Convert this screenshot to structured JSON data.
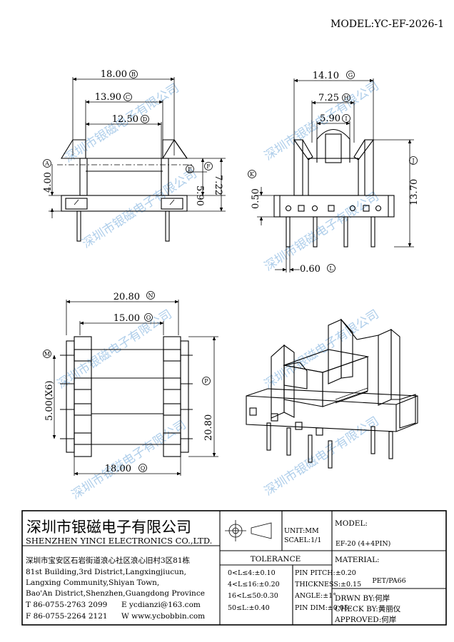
{
  "header": {
    "model_title": "MODEL:YC-EF-2026-1"
  },
  "view_a": {
    "dim_b": "18.00",
    "mark_b": "B",
    "dim_c": "13.90",
    "mark_c": "C",
    "dim_d": "12.50",
    "mark_d": "D",
    "dim_a": "4.00",
    "mark_a": "A",
    "dim_e": "5.90",
    "mark_e": "E",
    "dim_f": "7.22",
    "mark_f": "F"
  },
  "view_b": {
    "dim_g": "14.10",
    "mark_g": "G",
    "dim_h": "7.25",
    "mark_h": "H",
    "dim_i": "5.90",
    "mark_i": "I",
    "dim_j": "13.70",
    "mark_j": "J",
    "dim_k": "0.50",
    "mark_k": "K",
    "dim_l": "0.60",
    "mark_l": "L"
  },
  "view_c": {
    "dim_n": "20.80",
    "mark_n": "N",
    "dim_o": "15.00",
    "mark_o": "O",
    "dim_m": "5.00(X6)",
    "mark_m": "M",
    "dim_p": "20.80",
    "mark_p": "P",
    "dim_q": "18.00",
    "mark_q": "Q"
  },
  "watermark": {
    "text": "深圳市银磁电子有限公司"
  },
  "title_block": {
    "company_cn": "深圳市银磁电子有限公司",
    "company_en": "SHENZHEN YINCI ELECTRONICS CO.,LTD.",
    "address_lines": [
      "深圳市宝安区石岩街道浪心社区浪心旧村3区81栋",
      "81st Building,3rd District,Langxingjiucun,",
      "Langxing Community,Shiyan Town,",
      "Bao'An District,Shenzhen,Guangdong Province"
    ],
    "tel": "T 86-0755-2763 2099",
    "email": "E ycdianzi@163.com",
    "fax": "F 86-0755-2264 2121",
    "web": "W www.ycbobbin.com",
    "unit": "UNIT:MM",
    "scale": "SCAEL:1/1",
    "model_label": "MODEL:",
    "model_value": "EF-20 (4+4PIN)",
    "tolerance_title": "TOLERANCE",
    "tolerances": [
      "0<L≤4:±0.10",
      "4<L≤16:±0.20",
      "16<L≤50:0.30",
      "50≤L:±0.40"
    ],
    "pin_specs": [
      "PIN PITCH:±0.20",
      "THICKNESS:±0.15",
      "ANGLE:±1°",
      "PIN DIM:±0.05"
    ],
    "material_label": "MATERIAL:",
    "material_value": "PET/PA66",
    "drawn_by": "DRWN BY:何岸",
    "check_by": "CHECK BY:黄丽仪",
    "approved": "APPROVED:何岸"
  }
}
